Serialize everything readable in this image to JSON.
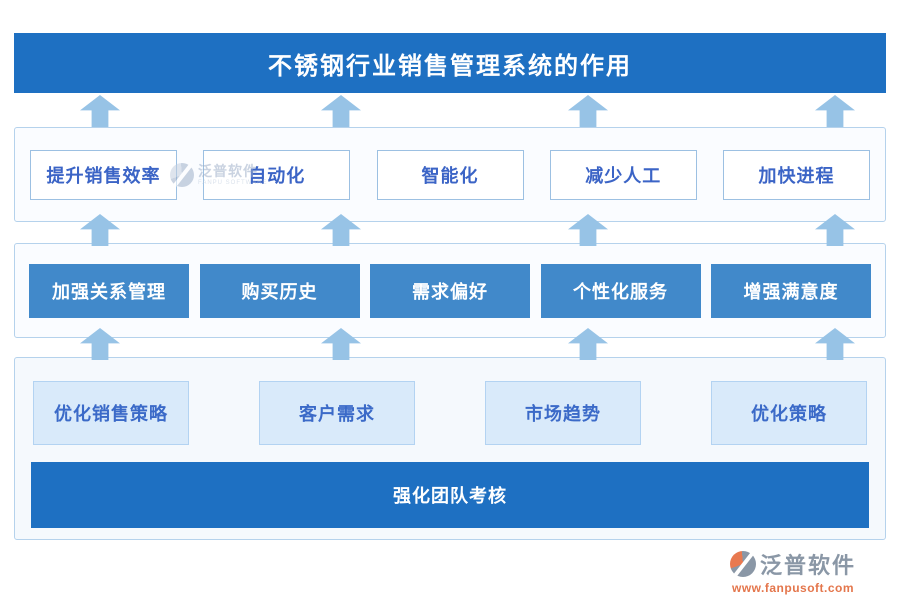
{
  "title": "不锈钢行业销售管理系统的作用",
  "rows": {
    "benefits": [
      "提升销售效率",
      "自动化",
      "智能化",
      "减少人工",
      "加快进程"
    ],
    "crm": [
      "加强关系管理",
      "购买历史",
      "需求偏好",
      "个性化服务",
      "增强满意度"
    ],
    "strategy": [
      "优化销售策略",
      "客户需求",
      "市场趋势",
      "优化策略"
    ],
    "bottom_bar": "强化团队考核"
  },
  "watermark": {
    "name": "泛普软件",
    "subtitle": "FANPU SOFTWARE"
  },
  "footer_logo": {
    "name": "泛普软件",
    "url": "www.fanpusoft.com"
  },
  "colors": {
    "primary_blue": "#1e70c2",
    "node_blue": "#4189ca",
    "arrow_blue": "#97c3e6",
    "tint_fill": "#d9eafa",
    "light_text": "#3b64c6",
    "logo_gray": "#8a97a6",
    "logo_orange": "#e87950"
  }
}
